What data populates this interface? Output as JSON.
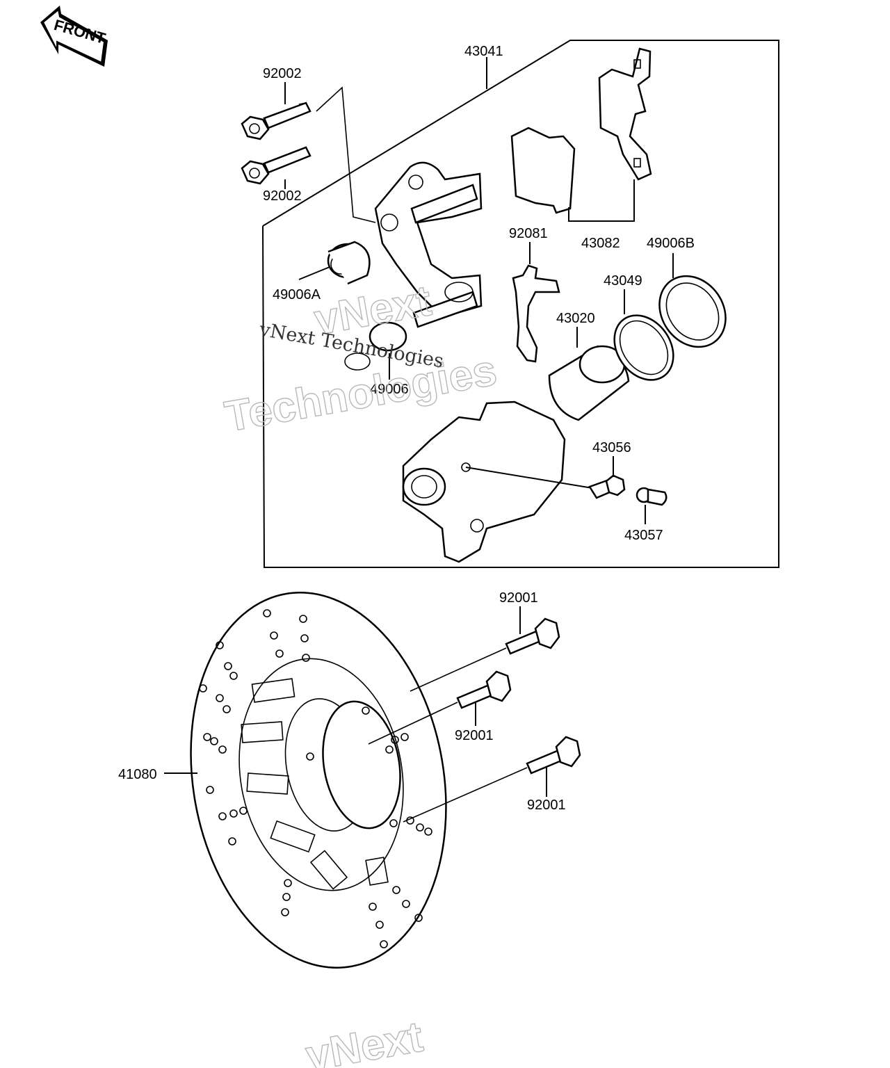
{
  "front_arrow": {
    "label": "FRONT"
  },
  "watermarks": {
    "primary": "vNext Technologies",
    "overlay_line1": "vNext",
    "overlay_line2": "Technologies",
    "bottom": "vNext"
  },
  "parts": {
    "caliper_assy": "43041",
    "bolt_upper": "92002",
    "bolt_lower": "92002",
    "pad_set": "43082",
    "seal_b": "49006B",
    "spring": "92081",
    "piston_seal": "43049",
    "boot_a": "49006A",
    "piston": "43020",
    "boot": "49006",
    "bleed_valve": "43056",
    "bleed_cap": "43057",
    "disc": "41080",
    "disc_bolt_1": "92001",
    "disc_bolt_2": "92001",
    "disc_bolt_3": "92001"
  }
}
